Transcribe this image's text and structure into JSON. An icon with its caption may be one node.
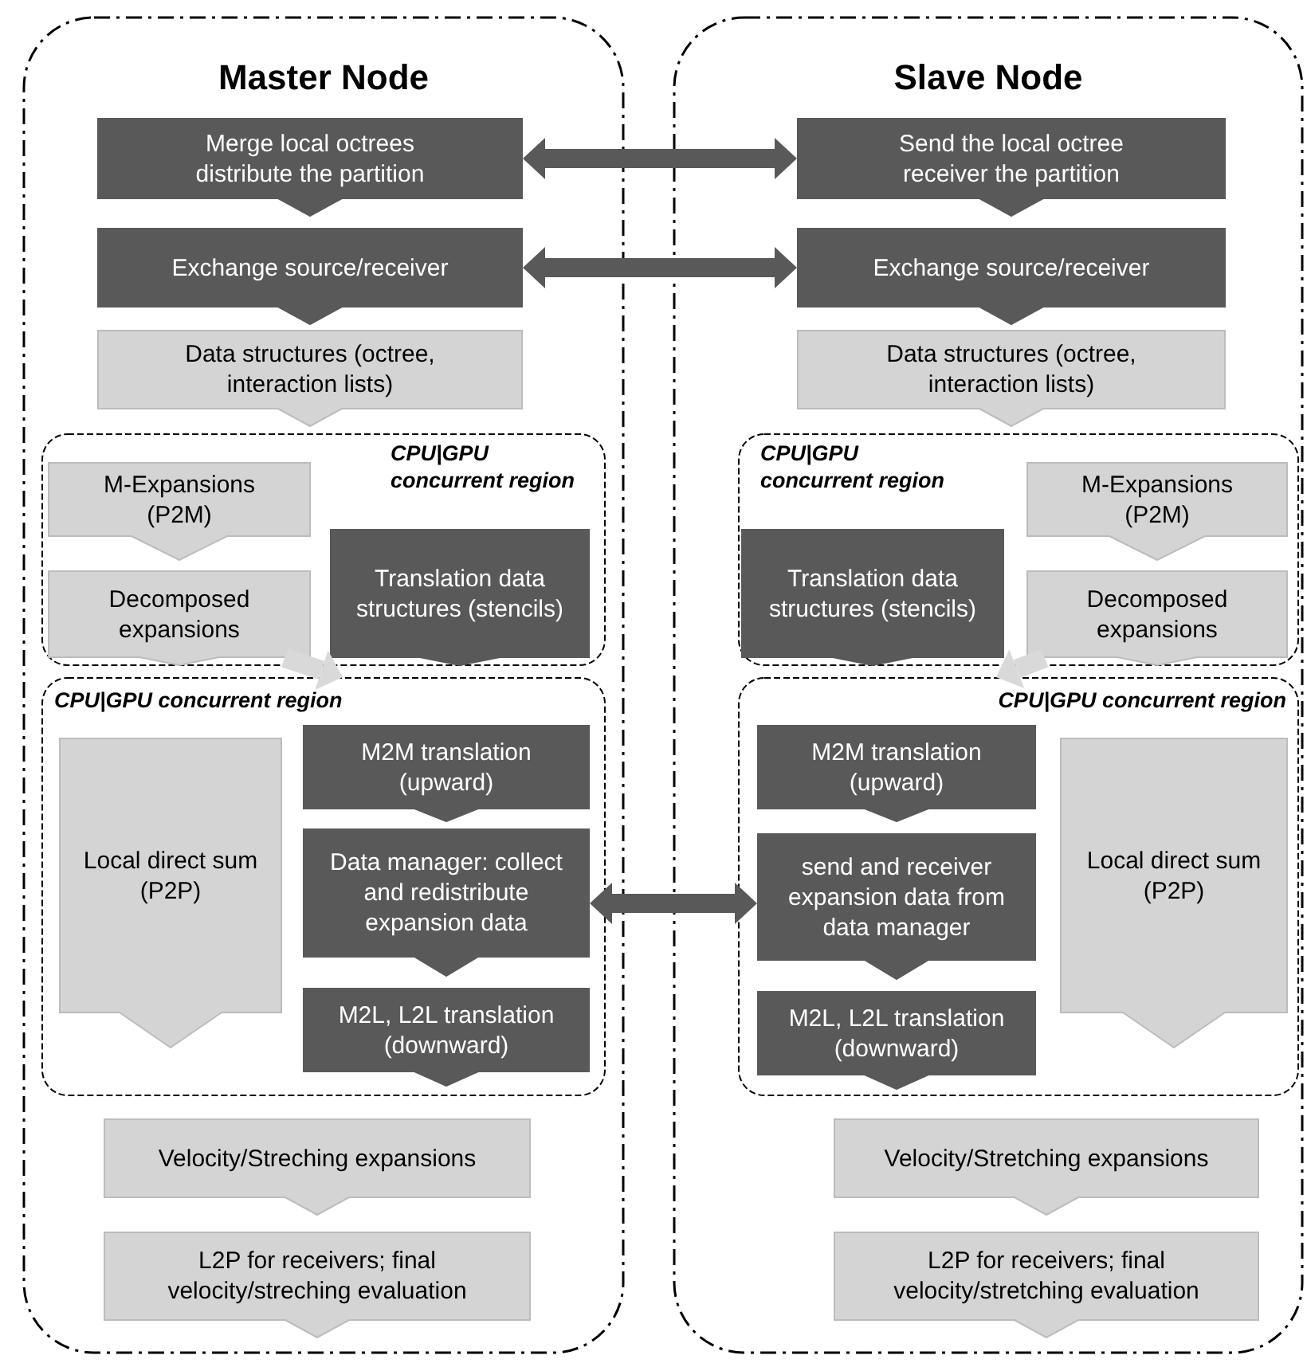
{
  "diagram": {
    "nodes": [
      {
        "text": [
          "Master Node"
        ]
      },
      {
        "text": [
          "Merge local octrees distribute the partition"
        ],
        "in": 0
      },
      {
        "text": [
          "Exchange source/receiver"
        ],
        "in": 0
      },
      {
        "text": [
          "Data structures (octree, interaction lists)"
        ],
        "in": 0
      },
      {
        "text": [
          "CPU|GPU concurrent region"
        ],
        "in": 0
      },
      {
        "text": [
          "M-Expansions (P2M)"
        ],
        "in": 4
      },
      {
        "text": [
          "Decomposed expansions"
        ],
        "in": 4
      },
      {
        "text": [
          "Translation data structures (stencils)"
        ],
        "in": 4
      },
      {
        "text": [
          "CPU|GPU concurrent region"
        ],
        "in": 0
      },
      {
        "text": [
          "Local direct sum (P2P)"
        ],
        "in": 8
      },
      {
        "text": [
          "M2M translation (upward)"
        ],
        "in": 8
      },
      {
        "text": [
          "Data manager: collect and redistribute expansion data"
        ],
        "in": 8
      },
      {
        "text": [
          "M2L, L2L translation (downward)"
        ],
        "in": 8
      },
      {
        "text": [
          "Velocity/Streching expansions"
        ],
        "in": 0
      },
      {
        "text": [
          "L2P for receivers; final velocity/streching evaluation"
        ],
        "in": 0
      },
      {
        "text": [
          "Slave Node"
        ]
      },
      {
        "text": [
          "Send the local octree receiver the partition"
        ],
        "in": 15
      },
      {
        "text": [
          "Exchange source/receiver"
        ],
        "in": 15
      },
      {
        "text": [
          "Data structures (octree, interaction lists)"
        ],
        "in": 15
      },
      {
        "text": [
          "CPU|GPU concurrent region"
        ],
        "in": 15
      },
      {
        "text": [
          "M-Expansions (P2M)"
        ],
        "in": 19
      },
      {
        "text": [
          "Decomposed expansions"
        ],
        "in": 19
      },
      {
        "text": [
          "Translation data structures (stencils)"
        ],
        "in": 19
      },
      {
        "text": [
          "CPU|GPU concurrent region"
        ],
        "in": 15
      },
      {
        "text": [
          "M2M translation (upward)"
        ],
        "in": 23
      },
      {
        "text": [
          "send and receiver expansion data from data manager"
        ],
        "in": 23
      },
      {
        "text": [
          "Local direct sum (P2P)"
        ],
        "in": 23
      },
      {
        "text": [
          "M2L, L2L translation (downward)"
        ],
        "in": 23
      },
      {
        "text": [
          "Velocity/Stretching expansions"
        ],
        "in": 15
      },
      {
        "text": [
          "L2P for receivers; final velocity/stretching evaluation"
        ],
        "in": 15
      }
    ],
    "edges": [
      {
        "from": 1,
        "to": 16,
        "arrow": "both"
      },
      {
        "from": 2,
        "to": 17,
        "arrow": "both"
      },
      {
        "from": 11,
        "to": 25,
        "arrow": "both"
      },
      {
        "from": 6,
        "to": 8,
        "arrow": "to",
        "color": "#d9d9d9"
      },
      {
        "from": 21,
        "to": 23,
        "arrow": "to",
        "color": "#d9d9d9"
      }
    ]
  }
}
